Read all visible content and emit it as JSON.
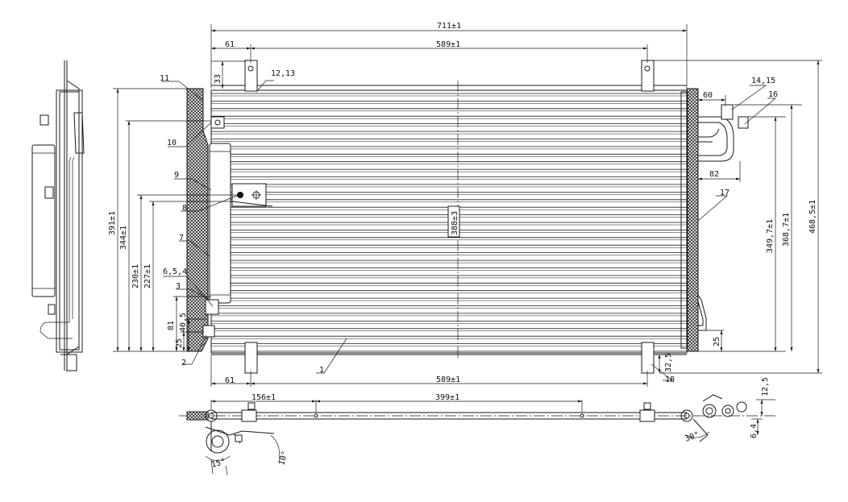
{
  "dimensions": {
    "overall_width": "711±1",
    "tank_offset_top": "61",
    "bracket_pitch_top": "589±1",
    "top_offset": "33",
    "height_391": "391±1",
    "height_344": "344±1",
    "height_230": "230±1",
    "height_227": "227±1",
    "core_height": "388±3",
    "dim_81": "81",
    "dim_40_5": "40,5",
    "dim_25_left": "25",
    "tank_offset_bottom": "61",
    "bracket_pitch_bottom": "589±1",
    "dim_32_5": "32,5",
    "dim_60": "60",
    "dim_82": "82",
    "dim_349_7": "349,7±1",
    "dim_368_7": "368,7±1",
    "dim_468_5": "468,5±1",
    "dim_25_right": "25",
    "dim_156": "156±1",
    "dim_399": "399±1",
    "dim_12_5": "12,5",
    "dim_6_4": "6,4",
    "angle_30": "30°",
    "angle_10": "10°",
    "angle_15": "15°"
  },
  "callouts": {
    "c1": "1",
    "c2": "2",
    "c3": "3",
    "c6_5_4": "6,5,4",
    "c7": "7",
    "c8": "8",
    "c9": "9",
    "c10": "10",
    "c11": "11",
    "c12_13": "12,13",
    "c14_15": "14,15",
    "c16": "16",
    "c17": "17",
    "c18": "18"
  },
  "colors": {
    "line": "#1a1a1a",
    "background": "#ffffff",
    "hatch": "#222222"
  }
}
